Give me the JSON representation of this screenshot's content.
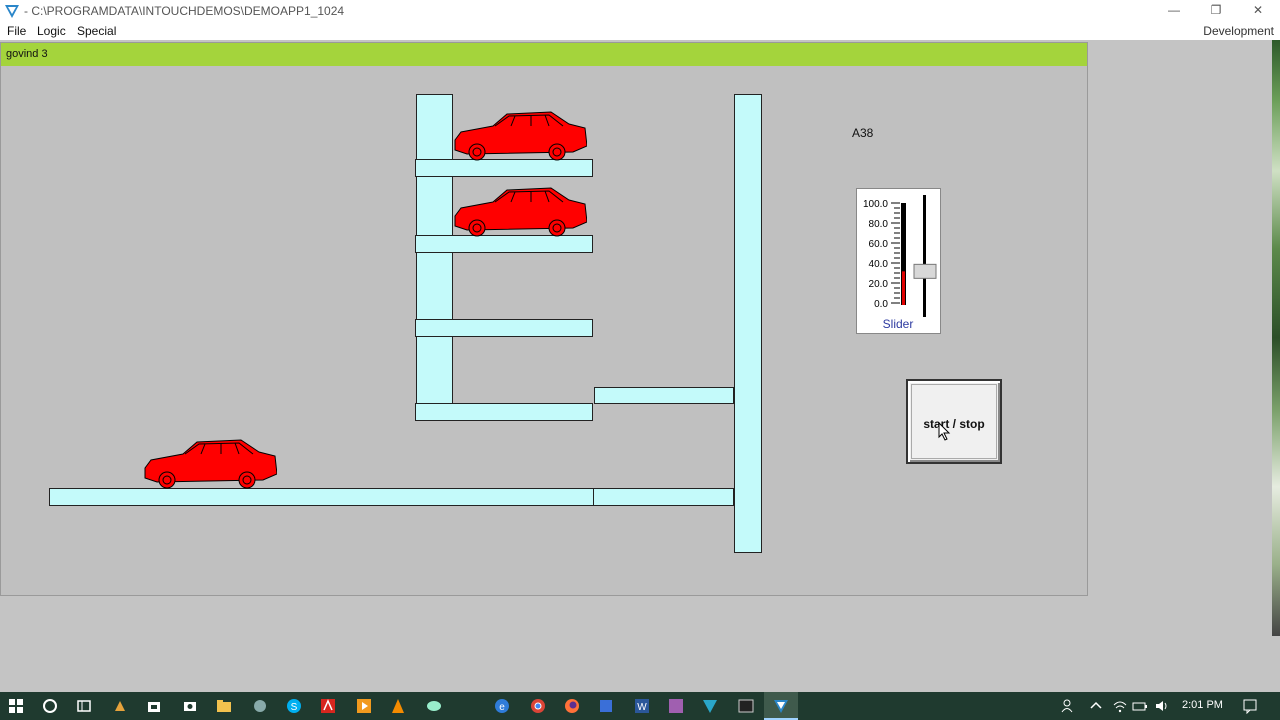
{
  "window": {
    "title": "- C:\\PROGRAMDATA\\INTOUCHDEMOS\\DEMOAPP1_1024",
    "minimize_glyph": "—",
    "restore_glyph": "❐",
    "close_glyph": "✕"
  },
  "menu": {
    "items": [
      "File",
      "Logic",
      "Special"
    ],
    "mode": "Development"
  },
  "hmi_window": {
    "caption": "govind 3",
    "tag_label": "A38",
    "slider": {
      "title": "Slider",
      "ticks": [
        "100.0",
        "80.0",
        "60.0",
        "40.0",
        "20.0",
        "0.0"
      ],
      "value_percent": 33,
      "fill_color": "#e00000"
    },
    "button": {
      "label": "start / stop"
    },
    "car_color": "#ff0000",
    "beam_color": "#c4fafa",
    "caption_color": "#a4d43c"
  },
  "taskbar": {
    "clock": "2:01 PM",
    "icons": [
      "windows-start-icon",
      "cortana-icon",
      "task-view-icon",
      "app-icon",
      "store-icon",
      "camera-icon",
      "file-explorer-icon",
      "network-icon",
      "skype-icon",
      "acrobat-icon",
      "media-icon",
      "vlc-icon",
      "paint-icon",
      "edge-icon",
      "chrome-icon",
      "firefox-icon",
      "app2-icon",
      "word-icon",
      "app3-icon",
      "intouch-icon",
      "terminal-icon",
      "intouch-window-icon"
    ]
  }
}
